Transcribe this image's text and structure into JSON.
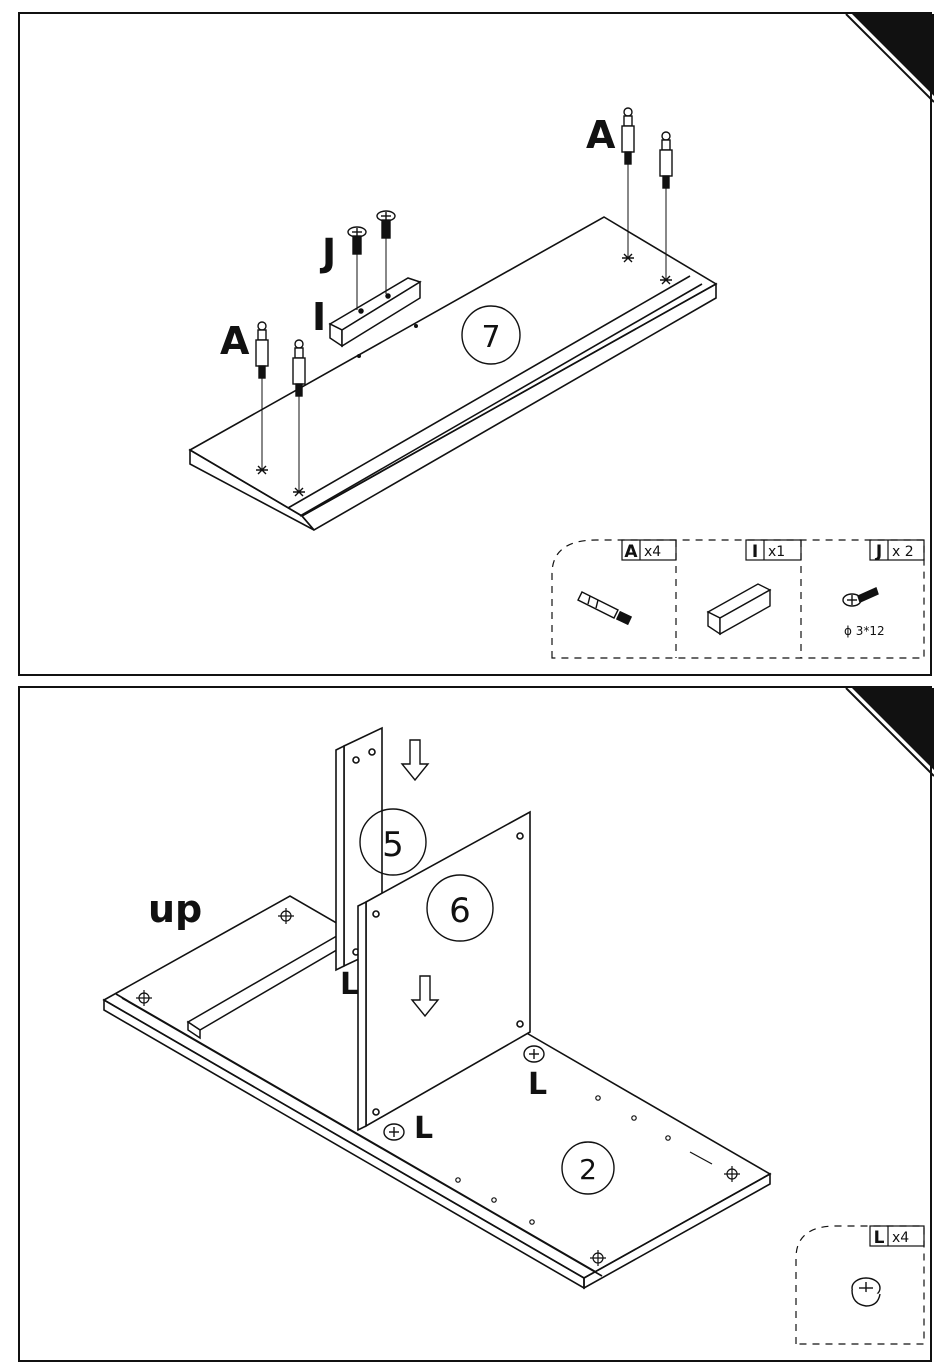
{
  "step_top": {
    "part_number": "7",
    "labels": {
      "a_left": "A",
      "a_right": "A",
      "i": "I",
      "j": "J"
    },
    "parts_legend": [
      {
        "letter": "A",
        "qty": "x4"
      },
      {
        "letter": "I",
        "qty": "x1"
      },
      {
        "letter": "J",
        "qty": "x 2",
        "spec": "ϕ 3*12"
      }
    ]
  },
  "step_bottom": {
    "part_numbers": {
      "base": "2",
      "side": "5",
      "divider": "6"
    },
    "up_label": "up",
    "cam_label": "L",
    "parts_legend": [
      {
        "letter": "L",
        "qty": "x4"
      }
    ]
  },
  "colors": {
    "ink": "#111111",
    "corner": "#111111",
    "paper": "#ffffff"
  }
}
